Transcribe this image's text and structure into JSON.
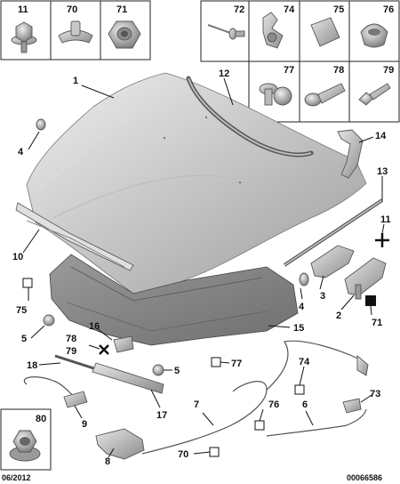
{
  "callouts": {
    "c1": "1",
    "c2": "2",
    "c3": "3",
    "c4a": "4",
    "c4b": "4",
    "c5a": "5",
    "c5b": "5",
    "c6": "6",
    "c7": "7",
    "c8": "8",
    "c9": "9",
    "c10": "10",
    "c11": "11",
    "c12": "12",
    "c13": "13",
    "c14": "14",
    "c15": "15",
    "c16": "16",
    "c17": "17",
    "c18": "18",
    "c70": "70",
    "c71": "71",
    "c73": "73",
    "c74": "74",
    "c75": "75",
    "c76": "76",
    "c77": "77",
    "c78": "78",
    "c79": "79"
  },
  "inset_top_left": [
    "11",
    "70",
    "71"
  ],
  "inset_top_right": [
    "72",
    "74",
    "75",
    "76",
    "77",
    "78",
    "79"
  ],
  "inset_bottom_left": "80",
  "footer": {
    "date": "06/2012",
    "reference": "00066586"
  }
}
